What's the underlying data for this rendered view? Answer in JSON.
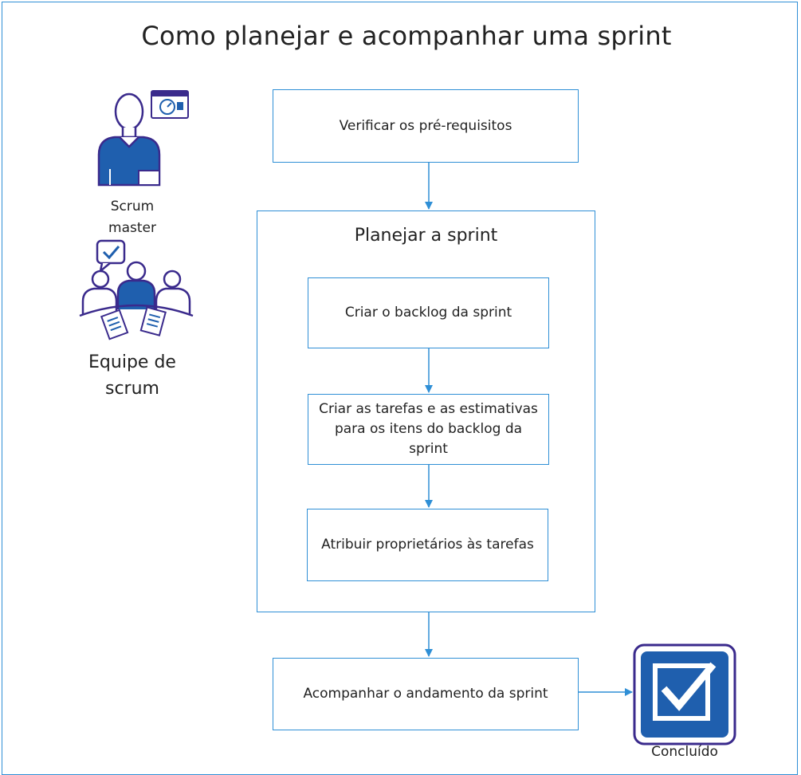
{
  "title": "Como planejar e acompanhar uma sprint",
  "roles": {
    "scrum_master_line1": "Scrum",
    "scrum_master_line2": "master",
    "team_line1": "Equipe de",
    "team_line2": "scrum"
  },
  "steps": {
    "verify": "Verificar os pré-requisitos",
    "plan_title": "Planejar a sprint",
    "create_backlog": "Criar o backlog da sprint",
    "create_tasks": "Criar as tarefas e as estimativas para os itens do backlog da sprint",
    "assign_owners": "Atribuir proprietários às tarefas",
    "track": "Acompanhar o andamento da sprint"
  },
  "done_label": "Concluído",
  "colors": {
    "accent": "#2f8fd6",
    "icon_purple": "#3a2a8c",
    "icon_fill": "#1f5fae"
  },
  "icons": {
    "scrum_master": "scrum-master-person-icon",
    "team": "scrum-team-meeting-icon",
    "done": "checkbox-checked-icon"
  }
}
